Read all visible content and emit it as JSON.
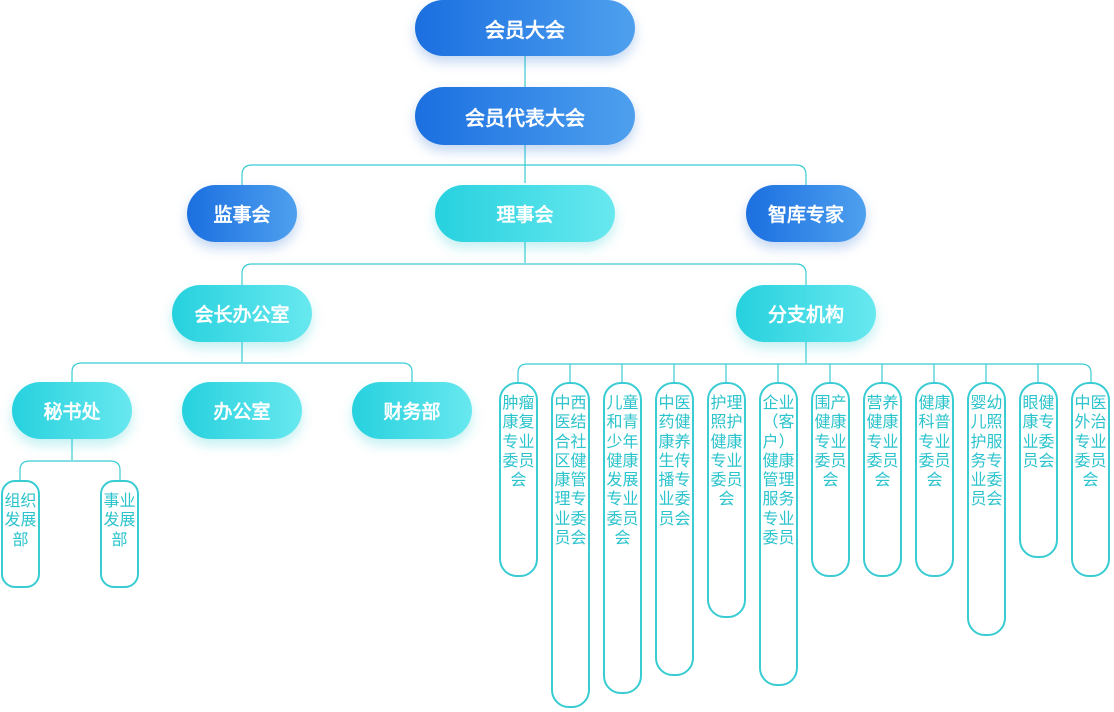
{
  "level1": "会员大会",
  "level2": "会员代表大会",
  "level3": {
    "left": "监事会",
    "center": "理事会",
    "right": "智库专家"
  },
  "level4": {
    "office": "会长办公室",
    "branches": "分支机构"
  },
  "office_units": [
    "秘书处",
    "办公室",
    "财务部"
  ],
  "secretariat_units": [
    "组织发展部",
    "事业发展部"
  ],
  "branch_committees": [
    "肿瘤康复专业委员会",
    "中西医结合社区健康管理专业委员会",
    "儿童和青少年健康发展专业委员会",
    "中医药健康养生传播专业委员会",
    "护理照护健康专业委员会",
    "企业（客户）健康管理服务专业委员",
    "围产健康专业委员会",
    "营养健康专业委员会",
    "健康科普专业委员会",
    "婴幼儿照护服务专业委员会",
    "眼健康专业委员会",
    "中医外治专业委员会"
  ],
  "colors": {
    "blue_start": "#1b6fe0",
    "blue_end": "#4ea0ee",
    "cyan_start": "#26d1de",
    "cyan_end": "#68e8ef",
    "line": "#39ccd3",
    "committee_text": "#2bc3cc"
  }
}
